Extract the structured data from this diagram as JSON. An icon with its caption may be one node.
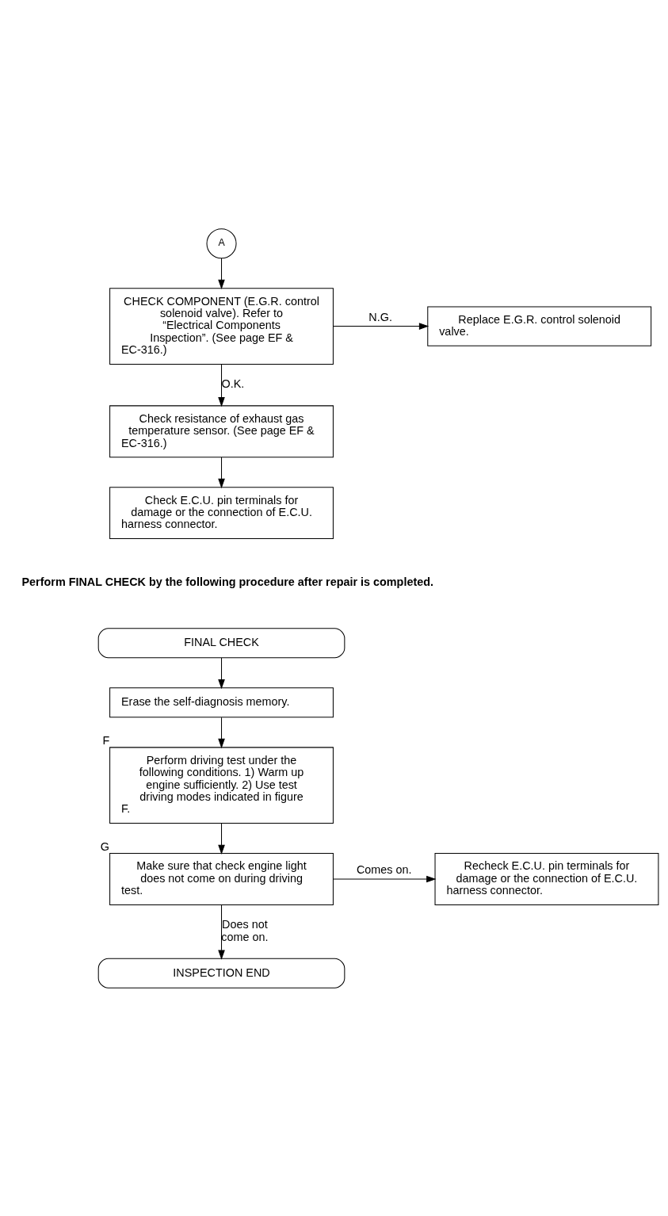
{
  "diagram": {
    "nodes": [
      {
        "text": [
          "A"
        ]
      },
      {
        "text": [
          "CHECK COMPONENT (E.G.R. control solenoid valve). Refer to “Electrical Components Inspection”. (See page EF & EC-316.)"
        ]
      },
      {
        "text": [
          "Replace E.G.R. control solenoid valve."
        ]
      },
      {
        "text": [
          "Check resistance of exhaust gas temperature sensor. (See page EF & EC-316.)"
        ]
      },
      {
        "text": [
          "Check E.C.U. pin terminals for damage or the connection of E.C.U. harness connector."
        ]
      },
      {
        "text": [
          "FINAL CHECK"
        ]
      },
      {
        "text": [
          "Erase the self-diagnosis memory."
        ]
      },
      {
        "text": [
          "Perform driving test under the following conditions. 1) Warm up engine sufficiently. 2) Use test driving modes indicated in figure F."
        ],
        "beside": [
          "F"
        ]
      },
      {
        "text": [
          "Make sure that check engine light does not come on during driving test."
        ],
        "beside": [
          "G"
        ]
      },
      {
        "text": [
          "Recheck E.C.U. pin terminals for damage or the connection of E.C.U. harness connector."
        ]
      },
      {
        "text": [
          "INSPECTION END"
        ]
      }
    ],
    "edges": [
      {
        "from": 0,
        "to": 1,
        "arrow": "to"
      },
      {
        "from": 1,
        "to": 2,
        "arrow": "to",
        "label": "N.G."
      },
      {
        "from": 1,
        "to": 3,
        "arrow": "to",
        "label": "O.K."
      },
      {
        "from": 3,
        "to": 4,
        "arrow": "to"
      },
      {
        "from": 5,
        "to": 6,
        "arrow": "to"
      },
      {
        "from": 6,
        "to": 7,
        "arrow": "to"
      },
      {
        "from": 7,
        "to": 8,
        "arrow": "to"
      },
      {
        "from": 8,
        "to": 9,
        "arrow": "to",
        "label": "Comes on."
      },
      {
        "from": 8,
        "to": 10,
        "arrow": "to",
        "label": "Does not come on."
      }
    ],
    "labels": [
      "Perform FINAL CHECK by the following procedure after repair is completed."
    ]
  }
}
